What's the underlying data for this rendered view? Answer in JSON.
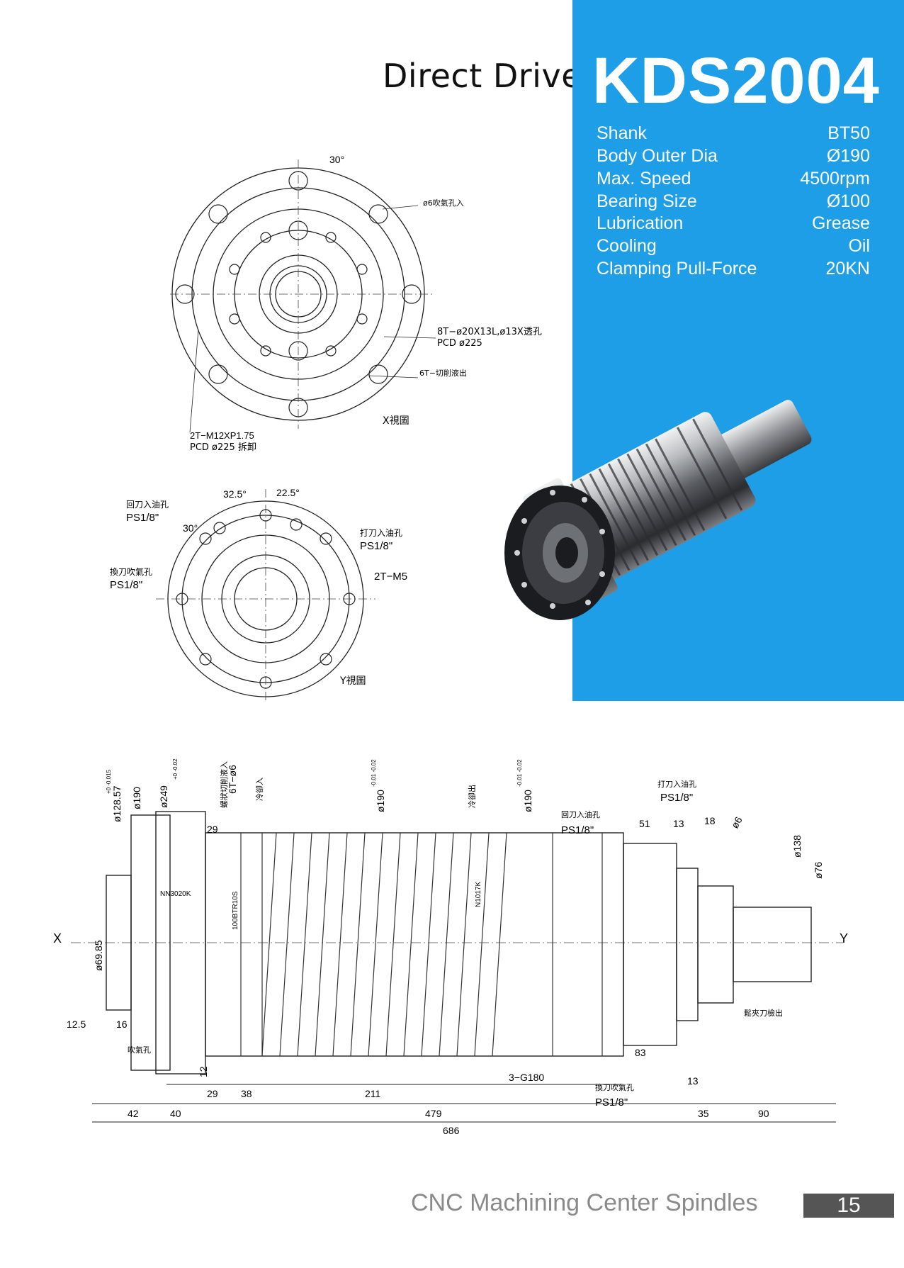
{
  "header": {
    "subtitle": "Direct Drive",
    "model": "KDS2004"
  },
  "specs": [
    {
      "label": "Shank",
      "value": "BT50"
    },
    {
      "label": "Body Outer Dia",
      "value": "Ø190"
    },
    {
      "label": "Max. Speed",
      "value": "4500rpm"
    },
    {
      "label": "Bearing Size",
      "value": "Ø100"
    },
    {
      "label": "Lubrication",
      "value": "Grease"
    },
    {
      "label": "Cooling",
      "value": "Oil"
    },
    {
      "label": "Clamping Pull-Force",
      "value": "20KN"
    }
  ],
  "xview": {
    "angle": "30°",
    "note_blow": "ø6吹氣孔入",
    "note_bolts_1": "8T−ø20X13L,ø13X透孔",
    "note_bolts_2": "PCD ø225",
    "note_coolant": "6T−切削液出",
    "note_thread_1": "2T−M12XP1.75",
    "note_thread_2": "PCD ø225 拆卸",
    "title": "X視圖"
  },
  "yview": {
    "angle1": "32.5°",
    "angle2": "22.5°",
    "angle3": "30°",
    "return_oil": "回刀入油孔",
    "return_ps": "PS1/8\"",
    "hit_oil": "打刀入油孔",
    "hit_ps": "PS1/8\"",
    "change_air": "換刀吹氣孔",
    "change_ps": "PS1/8\"",
    "m5": "2T−M5",
    "title": "Y視圖"
  },
  "side": {
    "x_label": "X",
    "y_label": "Y",
    "d12857": "ø128.57",
    "d12857_tol": "+0 -0.015",
    "d190a": "ø190",
    "d249": "ø249",
    "d249_tol": "+0 -0.02",
    "spiral_coolant": "螺狀切削液入",
    "t6": "6T−ø6",
    "cool_in": "冷卻入",
    "d190b": "ø190",
    "d190b_tol": "-0.01 -0.02",
    "cool_out": "冷卻出",
    "d190c": "ø190",
    "d190c_tol": "-0.01 -0.02",
    "hit_oil": "打刀入油孔",
    "hit_ps": "PS1/8\"",
    "return_oil": "回刀入油孔",
    "return_ps": "PS1/8\"",
    "dim29a": "29",
    "dim51": "51",
    "dim13a": "13",
    "dim18": "18",
    "d6": "ø6",
    "d138": "ø138",
    "d76": "ø76",
    "nn3020k": "NN3020K",
    "bearing2": "100BTR10S",
    "n1017k": "N1017K",
    "d6985": "ø69.85",
    "dim125": "12.5",
    "dim16": "16",
    "blow": "吹氣孔",
    "dim12": "12",
    "g180": "3−G180",
    "dim83": "83",
    "dim13b": "13",
    "change_air": "換刀吹氣孔",
    "change_ps": "PS1/8\"",
    "clamp_detect": "鬆夾刀檢出",
    "dim29b": "29",
    "dim38": "38",
    "dim211": "211",
    "dim42": "42",
    "dim40": "40",
    "dim479": "479",
    "dim35": "35",
    "dim90": "90",
    "dim686": "686"
  },
  "footer": {
    "text": "CNC Machining Center Spindles",
    "page": "15"
  },
  "colors": {
    "accent": "#1d9ee6",
    "page_box": "#555555",
    "footer_text": "#8a8a8a"
  }
}
